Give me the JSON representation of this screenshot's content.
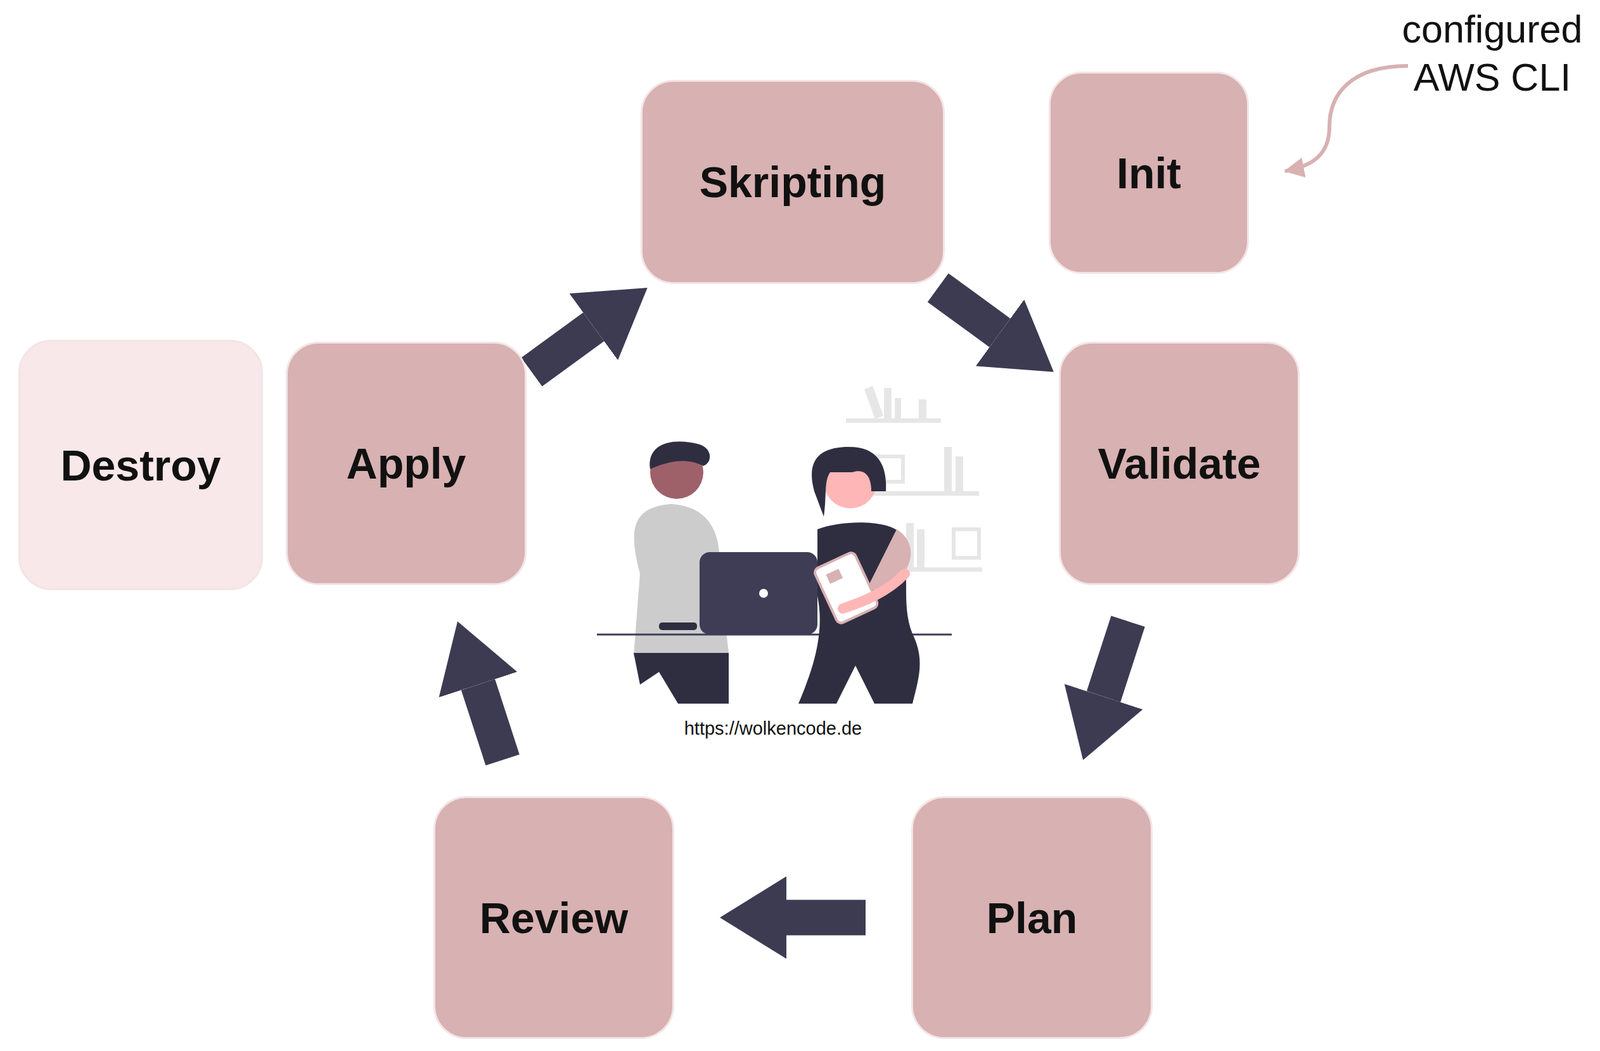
{
  "diagram": {
    "nodes": [
      {
        "text": [
          "Skripting"
        ]
      },
      {
        "text": [
          "Init"
        ]
      },
      {
        "text": [
          "Destroy"
        ]
      },
      {
        "text": [
          "Apply"
        ]
      },
      {
        "text": [
          "Validate"
        ]
      },
      {
        "text": [
          "Review"
        ]
      },
      {
        "text": [
          "Plan"
        ]
      }
    ],
    "edges": [
      {
        "from": 0,
        "to": 4,
        "arrow": "to"
      },
      {
        "from": 4,
        "to": 6,
        "arrow": "to"
      },
      {
        "from": 6,
        "to": 5,
        "arrow": "to"
      },
      {
        "from": 5,
        "to": 3,
        "arrow": "to"
      },
      {
        "from": 3,
        "to": 0,
        "arrow": "to"
      }
    ],
    "labels": [
      "configured AWS CLI",
      "https://wolkencode.de"
    ]
  }
}
